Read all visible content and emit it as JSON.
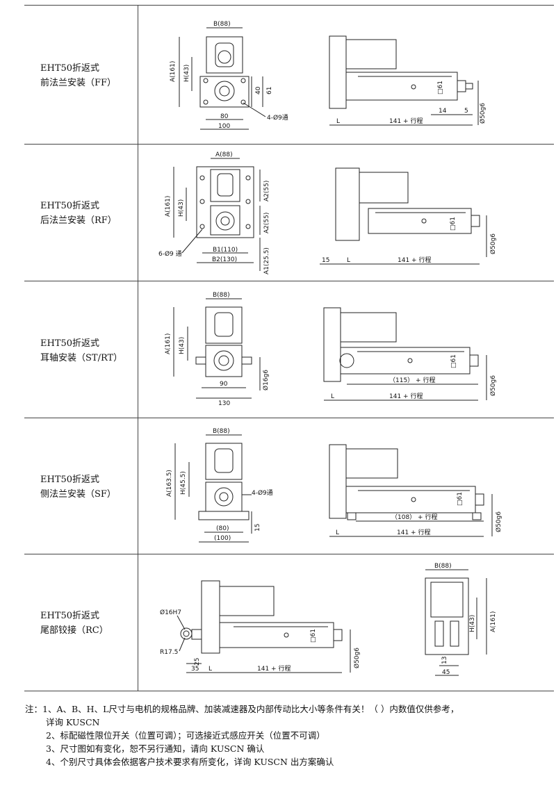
{
  "rows": [
    {
      "title": "EHT50折返式",
      "mount": "前法兰安装（FF）",
      "front": {
        "B": "B(88)",
        "A": "A(161)",
        "H": "H(43)",
        "d40": "40",
        "d61": "61",
        "d80": "80",
        "d100": "100",
        "holes": "4-Ø9通"
      },
      "side": {
        "L": "L",
        "stroke": "141 + 行程",
        "sq": "□61",
        "d14": "14",
        "d5": "5",
        "rod": "Ø50g6"
      }
    },
    {
      "title": "EHT50折返式",
      "mount": "后法兰安装（RF）",
      "front": {
        "A88": "A(88)",
        "A": "A(161)",
        "H": "H(43)",
        "A2a": "A2(55)",
        "A2b": "A2(55)",
        "A1": "A1(25.5)",
        "B1": "B1(110)",
        "B2": "B2(130)",
        "holes": "6-Ø9 通"
      },
      "side": {
        "d15": "15",
        "L": "L",
        "stroke": "141 + 行程",
        "sq": "□61",
        "rod": "Ø50g6"
      }
    },
    {
      "title": "EHT50折返式",
      "mount": "耳轴安装（ST/RT）",
      "front": {
        "B": "B(88)",
        "A": "A(161)",
        "H": "H(43)",
        "d90": "90",
        "d130": "130",
        "pin": "Ø16g6"
      },
      "side": {
        "inner": "（115） + 行程",
        "L": "L",
        "stroke": "141 + 行程",
        "sq": "□61",
        "rod": "Ø50g6"
      }
    },
    {
      "title": "EHT50折返式",
      "mount": "侧法兰安装（SF）",
      "front": {
        "B": "B(88)",
        "A": "A(163.5)",
        "H": "H(45.5)",
        "holes": "4-Ø9通",
        "d80": "(80)",
        "d100": "(100)",
        "d15": "15"
      },
      "side": {
        "inner": "（108） + 行程",
        "L": "L",
        "stroke": "141 + 行程",
        "sq": "□61",
        "rod": "Ø50g6"
      }
    },
    {
      "title": "EHT50折返式",
      "mount": "尾部铰接（RC）",
      "side": {
        "pin": "Ø16H7",
        "R": "R17.5",
        "d25": "25",
        "d35": "35",
        "L": "L",
        "stroke": "141 + 行程",
        "sq": "□61",
        "rod": "Ø50g6"
      },
      "end": {
        "B": "B(88)",
        "H": "H(43)",
        "A": "A(161)",
        "d13": "13",
        "d45": "45"
      }
    }
  ],
  "notes": [
    "注：1、A、B、H、L尺寸与电机的规格品牌、加装减速器及内部传动比大小等条件有关！（ ）内数值仅供参考，",
    "详询  KUSCN",
    "2、标配磁性限位开关（位置可调）；可选接近式感应开关（位置不可调）",
    "3、尺寸图如有变化，恕不另行通知，请向  KUSCN 确认",
    "4、个别尺寸具体会依据客户技术要求有所变化，详询  KUSCN 出方案确认"
  ]
}
